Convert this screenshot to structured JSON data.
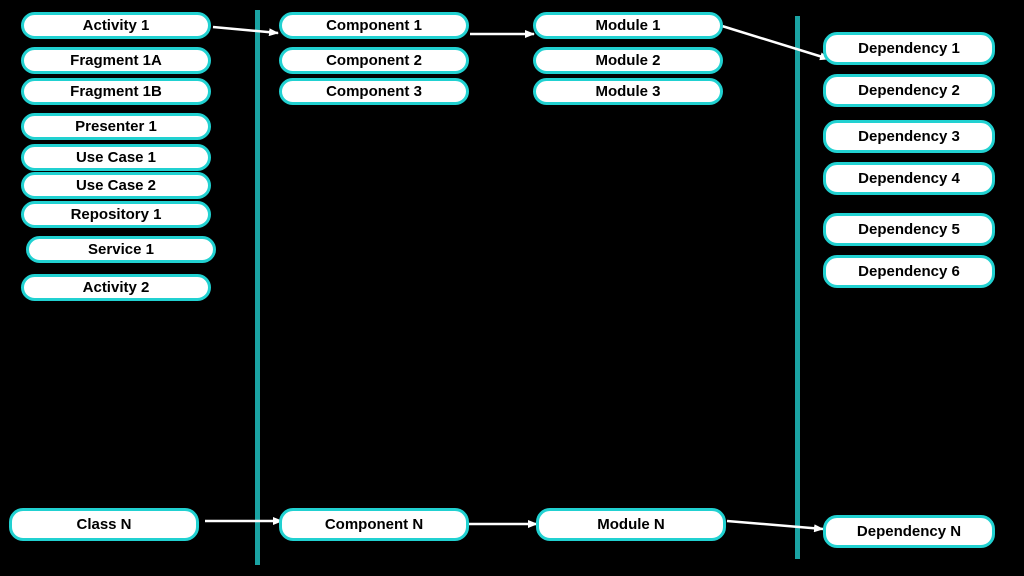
{
  "colors": {
    "background": "#000000",
    "node_fill": "#ffffff",
    "node_border": "#21d1d1",
    "node_text": "#000000",
    "divider": "#1aa3a3",
    "arrow": "#ffffff"
  },
  "classes": {
    "activity_1": "Activity 1",
    "fragment_1a": "Fragment 1A",
    "fragment_1b": "Fragment 1B",
    "presenter_1": "Presenter 1",
    "use_case_1": "Use Case 1",
    "use_case_2": "Use Case 2",
    "repository_1": "Repository 1",
    "service_1": "Service 1",
    "activity_2": "Activity 2",
    "class_n": "Class N"
  },
  "components": {
    "component_1": "Component 1",
    "component_2": "Component 2",
    "component_3": "Component 3",
    "component_n": "Component N"
  },
  "modules": {
    "module_1": "Module 1",
    "module_2": "Module 2",
    "module_3": "Module 3",
    "module_n": "Module N"
  },
  "dependencies": {
    "dependency_1": "Dependency 1",
    "dependency_2": "Dependency 2",
    "dependency_3": "Dependency 3",
    "dependency_4": "Dependency 4",
    "dependency_5": "Dependency 5",
    "dependency_6": "Dependency 6",
    "dependency_n": "Dependency N"
  },
  "edges": [
    {
      "from": "Activity 1",
      "to": "Component 1"
    },
    {
      "from": "Component 1",
      "to": "Module 1"
    },
    {
      "from": "Module 1",
      "to": "Dependency 1"
    },
    {
      "from": "Class N",
      "to": "Component N"
    },
    {
      "from": "Component N",
      "to": "Module N"
    },
    {
      "from": "Module N",
      "to": "Dependency N"
    }
  ]
}
